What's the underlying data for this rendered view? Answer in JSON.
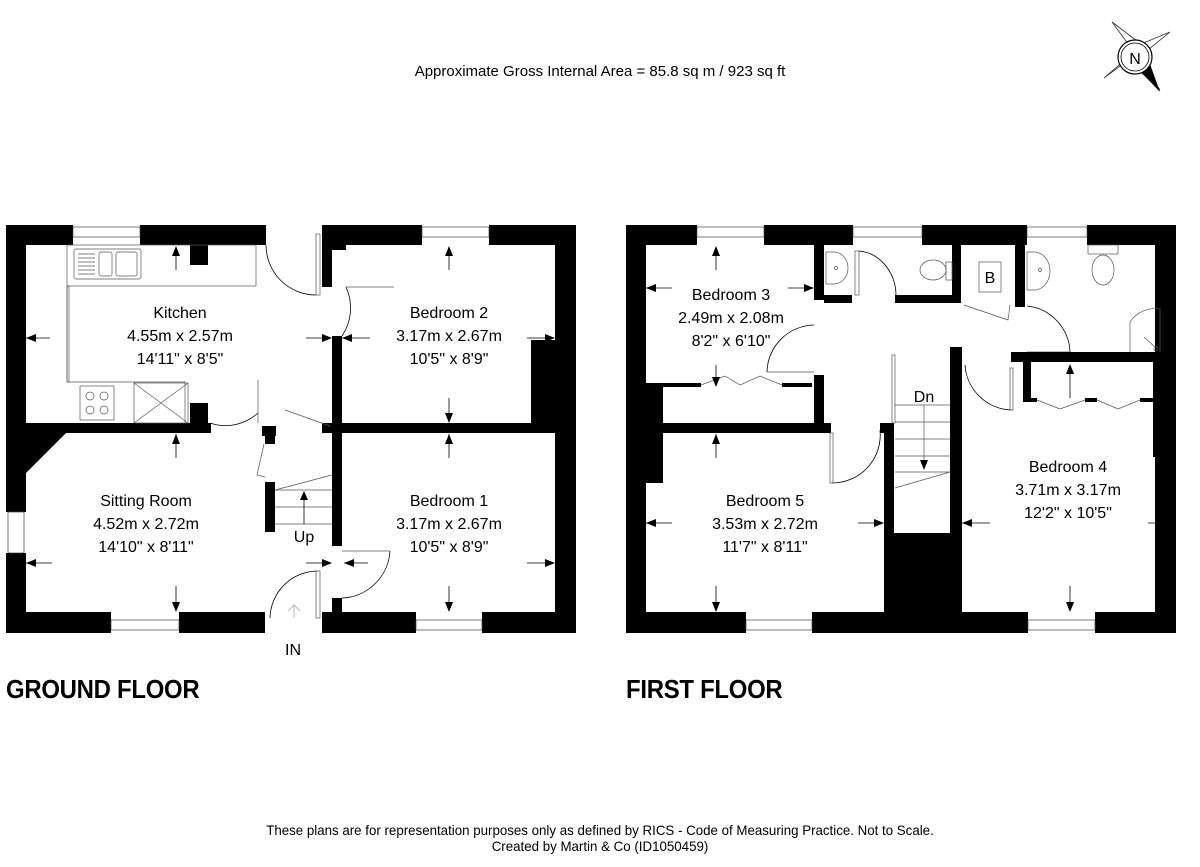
{
  "header": {
    "gross_area": "Approximate Gross Internal Area = 85.8 sq m / 923 sq ft",
    "compass_label": "N"
  },
  "floors": [
    {
      "title": "GROUND FLOOR",
      "rooms": [
        {
          "name": "Kitchen",
          "metric": "4.55m x 2.57m",
          "imperial": "14'11\" x 8'5\""
        },
        {
          "name": "Bedroom 2",
          "metric": "3.17m x 2.67m",
          "imperial": "10'5\" x 8'9\""
        },
        {
          "name": "Sitting Room",
          "metric": "4.52m x 2.72m",
          "imperial": "14'10\" x 8'11\""
        },
        {
          "name": "Bedroom 1",
          "metric": "3.17m x 2.67m",
          "imperial": "10'5\" x 8'9\""
        }
      ],
      "labels": {
        "stairs": "Up",
        "entrance": "IN"
      }
    },
    {
      "title": "FIRST FLOOR",
      "rooms": [
        {
          "name": "Bedroom 3",
          "metric": "2.49m x 2.08m",
          "imperial": "8'2\" x 6'10\""
        },
        {
          "name": "Bedroom 5",
          "metric": "3.53m x 2.72m",
          "imperial": "11'7\" x 8'11\""
        },
        {
          "name": "Bedroom 4",
          "metric": "3.71m x 3.17m",
          "imperial": "12'2\" x 10'5\""
        }
      ],
      "labels": {
        "stairs": "Dn",
        "boiler": "B"
      }
    }
  ],
  "footer": {
    "disclaimer": "These plans are for representation purposes only as defined by RICS - Code of Measuring Practice. Not to Scale.",
    "credit": "Created by Martin & Co (ID1050459)"
  }
}
